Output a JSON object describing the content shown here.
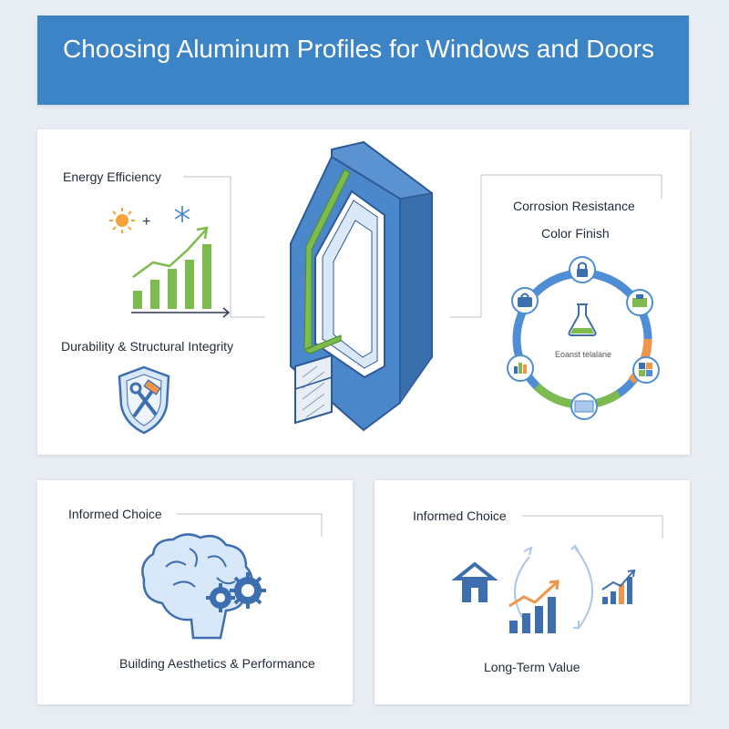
{
  "header": {
    "title": "Choosing Aluminum Profiles for Windows and Doors"
  },
  "top_panel": {
    "left": {
      "energy_label": "Energy Efficiency",
      "durability_label": "Durability & Structural Integrity"
    },
    "right": {
      "corrosion_label": "Corrosion Resistance",
      "color_label": "Color Finish",
      "center_caption": "Eoanst telalane"
    }
  },
  "bottom_left": {
    "title": "Informed Choice",
    "caption": "Building Aesthetics & Performance"
  },
  "bottom_right": {
    "title": "Informed Choice",
    "caption": "Long-Term Value"
  },
  "colors": {
    "banner": "#3d84c6",
    "profile_blue": "#3f7cc6",
    "accent_green": "#7dbb4e",
    "accent_orange": "#f0954a",
    "ring_blue": "#4f8ed4"
  }
}
